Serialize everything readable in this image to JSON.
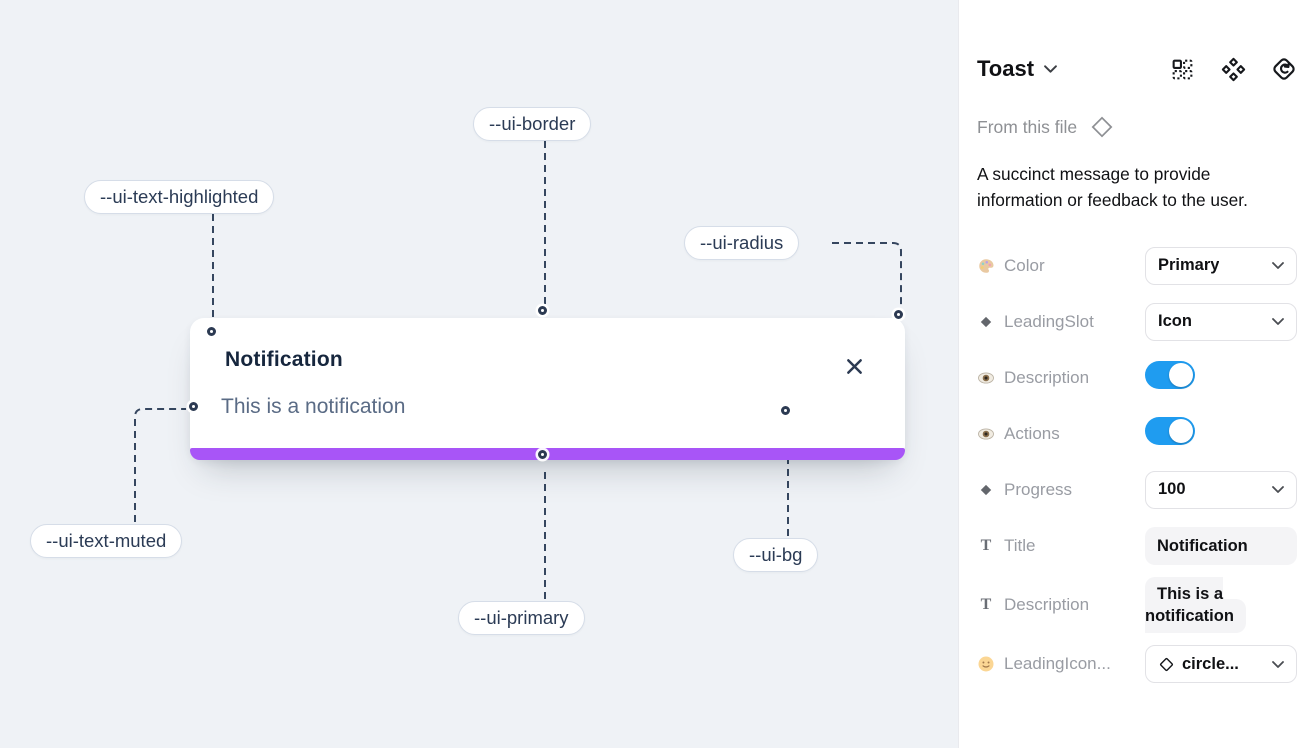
{
  "canvas": {
    "toast": {
      "title": "Notification",
      "description": "This is a notification"
    },
    "annotations": [
      {
        "id": "ui-border",
        "label": "--ui-border"
      },
      {
        "id": "ui-text-highlighted",
        "label": "--ui-text-highlighted"
      },
      {
        "id": "ui-radius",
        "label": "--ui-radius"
      },
      {
        "id": "ui-text-muted",
        "label": "--ui-text-muted"
      },
      {
        "id": "ui-primary",
        "label": "--ui-primary"
      },
      {
        "id": "ui-bg",
        "label": "--ui-bg"
      }
    ],
    "colors": {
      "canvas_bg": "#eff2f6",
      "primary_bar": "#a855f7",
      "annotation_line": "#35465f"
    }
  },
  "panel": {
    "title": "Toast",
    "source_label": "From this file",
    "description": "A succinct message to provide information or feedback to the user.",
    "properties": [
      {
        "icon": "palette-icon",
        "label": "Color",
        "type": "select",
        "value": "Primary"
      },
      {
        "icon": "diamond-icon",
        "label": "LeadingSlot",
        "type": "select",
        "value": "Icon"
      },
      {
        "icon": "eye-icon",
        "label": "Description",
        "type": "toggle",
        "value": "on"
      },
      {
        "icon": "eye-icon",
        "label": "Actions",
        "type": "toggle",
        "value": "on"
      },
      {
        "icon": "diamond-icon",
        "label": "Progress",
        "type": "select",
        "value": "100"
      },
      {
        "icon": "text-icon",
        "label": "Title",
        "type": "text",
        "value": "Notification"
      },
      {
        "icon": "text-icon",
        "label": "Description",
        "type": "text",
        "value": "This is a notification"
      },
      {
        "icon": "smiley-icon",
        "label": "LeadingIcon...",
        "type": "select",
        "value": "circle..."
      }
    ],
    "colors": {
      "toggle_on": "#1f9cf0"
    }
  }
}
